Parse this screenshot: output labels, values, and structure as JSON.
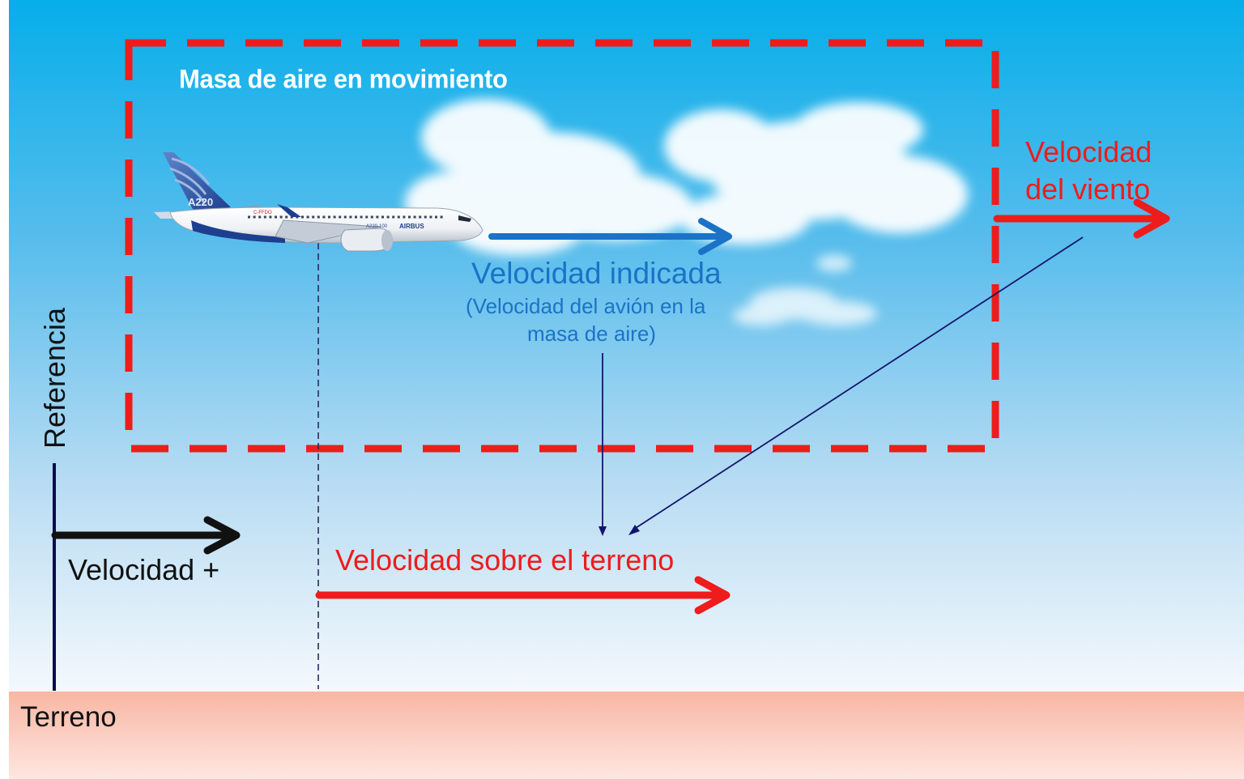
{
  "air_mass": {
    "title": "Masa de aire en movimiento"
  },
  "aircraft": {
    "tail_text": "A220",
    "registration": "C-FFDO",
    "model": "A220-100",
    "brand": "AIRBUS"
  },
  "indicated_speed": {
    "label": "Velocidad indicada",
    "description_line1": "(Velocidad del avión en la",
    "description_line2": "masa de aire)"
  },
  "wind_speed": {
    "label_line1": "Velocidad",
    "label_line2": "del viento"
  },
  "ground_speed": {
    "label": "Velocidad sobre el terreno"
  },
  "positive_speed": {
    "label": "Velocidad +"
  },
  "reference": {
    "label": "Referencia"
  },
  "terrain": {
    "label": "Terreno"
  },
  "colors": {
    "sky_top": "#06aeea",
    "sky_bottom": "#f4f9fd",
    "ground_top": "#f9b6a3",
    "ground_bottom": "#fde7e0",
    "air_mass_border": "#ee1c1c",
    "indicated": "#1a73c7",
    "wind": "#ee1c1c",
    "ground_speed": "#ee1c1c",
    "reference": "#0c0c4a",
    "positive": "#111111"
  }
}
